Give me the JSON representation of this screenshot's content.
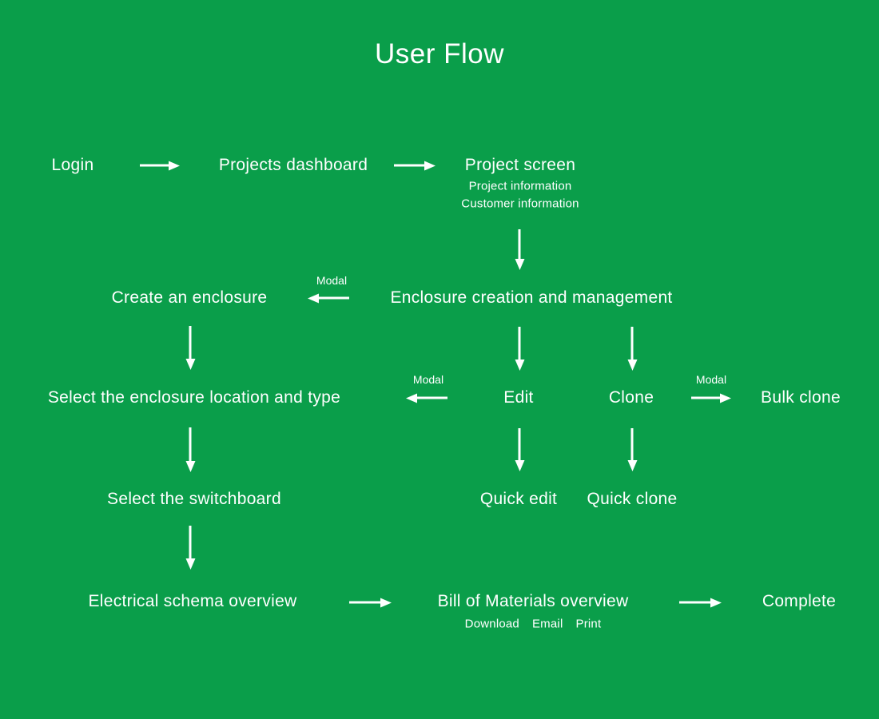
{
  "title": "User Flow",
  "colors": {
    "background": "#0a9e4a",
    "text": "#ffffff"
  },
  "labels": {
    "modal": "Modal"
  },
  "nodes": {
    "login": {
      "label": "Login"
    },
    "projects_dashboard": {
      "label": "Projects dashboard"
    },
    "project_screen": {
      "label": "Project screen",
      "sublines": [
        "Project information",
        "Customer information"
      ]
    },
    "create_enclosure": {
      "label": "Create an enclosure"
    },
    "enclosure_management": {
      "label": "Enclosure creation and management"
    },
    "select_location": {
      "label": "Select the enclosure location and type"
    },
    "edit": {
      "label": "Edit"
    },
    "clone": {
      "label": "Clone"
    },
    "bulk_clone": {
      "label": "Bulk clone"
    },
    "select_switchboard": {
      "label": "Select the switchboard"
    },
    "quick_edit": {
      "label": "Quick edit"
    },
    "quick_clone": {
      "label": "Quick clone"
    },
    "electrical_schema": {
      "label": "Electrical schema overview"
    },
    "bom_overview": {
      "label": "Bill of Materials overview",
      "actions": [
        "Download",
        "Email",
        "Print"
      ]
    },
    "complete": {
      "label": "Complete"
    }
  }
}
